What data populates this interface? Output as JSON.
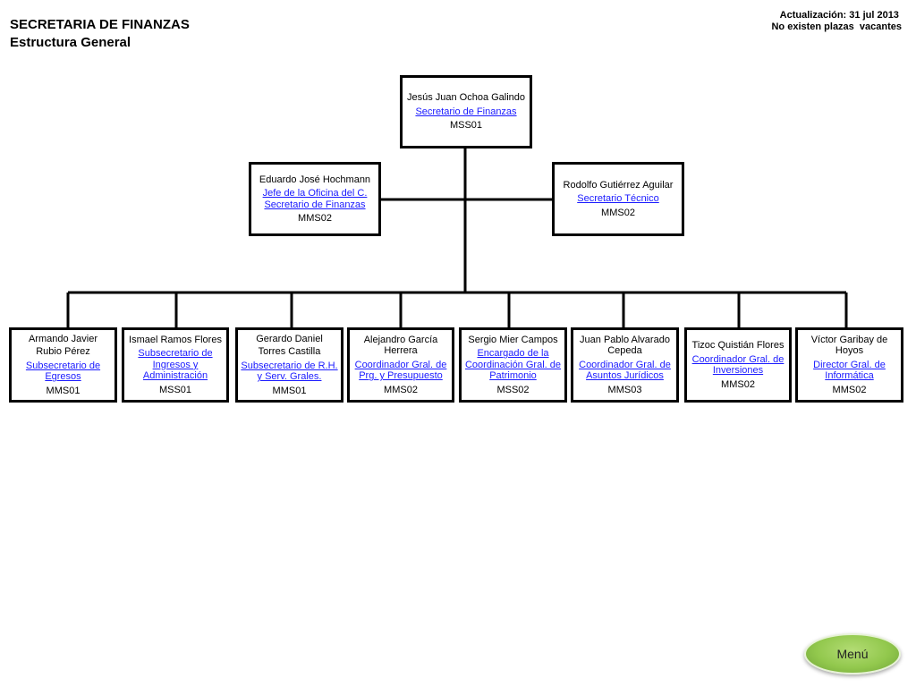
{
  "header": {
    "title": "SECRETARIA DE FINANZAS",
    "subtitle": "Estructura General",
    "update": "Actualización: 31 jul 2013 ",
    "vacancies": "No existen plazas  vacantes"
  },
  "top": {
    "name": "Jesús Juan Ochoa Galindo",
    "role": "Secretario de Finanzas",
    "code": "MSS01"
  },
  "staff_left": {
    "name": "Eduardo José Hochmann",
    "role": "Jefe de la Oficina del C. Secretario de Finanzas",
    "code": "MMS02"
  },
  "staff_right": {
    "name": "Rodolfo Gutiérrez Aguilar",
    "role": "Secretario Técnico",
    "code": "MMS02"
  },
  "units": [
    {
      "name": "Armando Javier",
      "name2": "Rubio Pérez",
      "role": "Subsecretario de Egresos",
      "code": "MMS01"
    },
    {
      "name": "Ismael Ramos Flores",
      "role": "Subsecretario de Ingresos y Administración",
      "code": "MSS01"
    },
    {
      "name": "Gerardo Daniel",
      "name2": "Torres Castilla",
      "role": "Subsecretario  de R.H. y Serv. Grales.",
      "code": "MMS01"
    },
    {
      "name": "Alejandro García Herrera",
      "role": "Coordinador Gral. de Prg. y Presupuesto",
      "code": "MMS02"
    },
    {
      "name": "Sergio Mier Campos",
      "role": "Encargado de la Coordinación Gral. de Patrimonio",
      "code": "MSS02"
    },
    {
      "name": "Juan Pablo Alvarado Cepeda",
      "role": "Coordinador Gral. de Asuntos Jurídicos",
      "code": "MMS03"
    },
    {
      "name": "Tizoc Quistián Flores",
      "role": "Coordinador Gral. de Inversiones",
      "code": "MMS02"
    },
    {
      "name": "Víctor Garibay de Hoyos",
      "role": "Director Gral. de Informática",
      "code": "MMS02"
    }
  ],
  "menu": {
    "label": "Menú"
  }
}
